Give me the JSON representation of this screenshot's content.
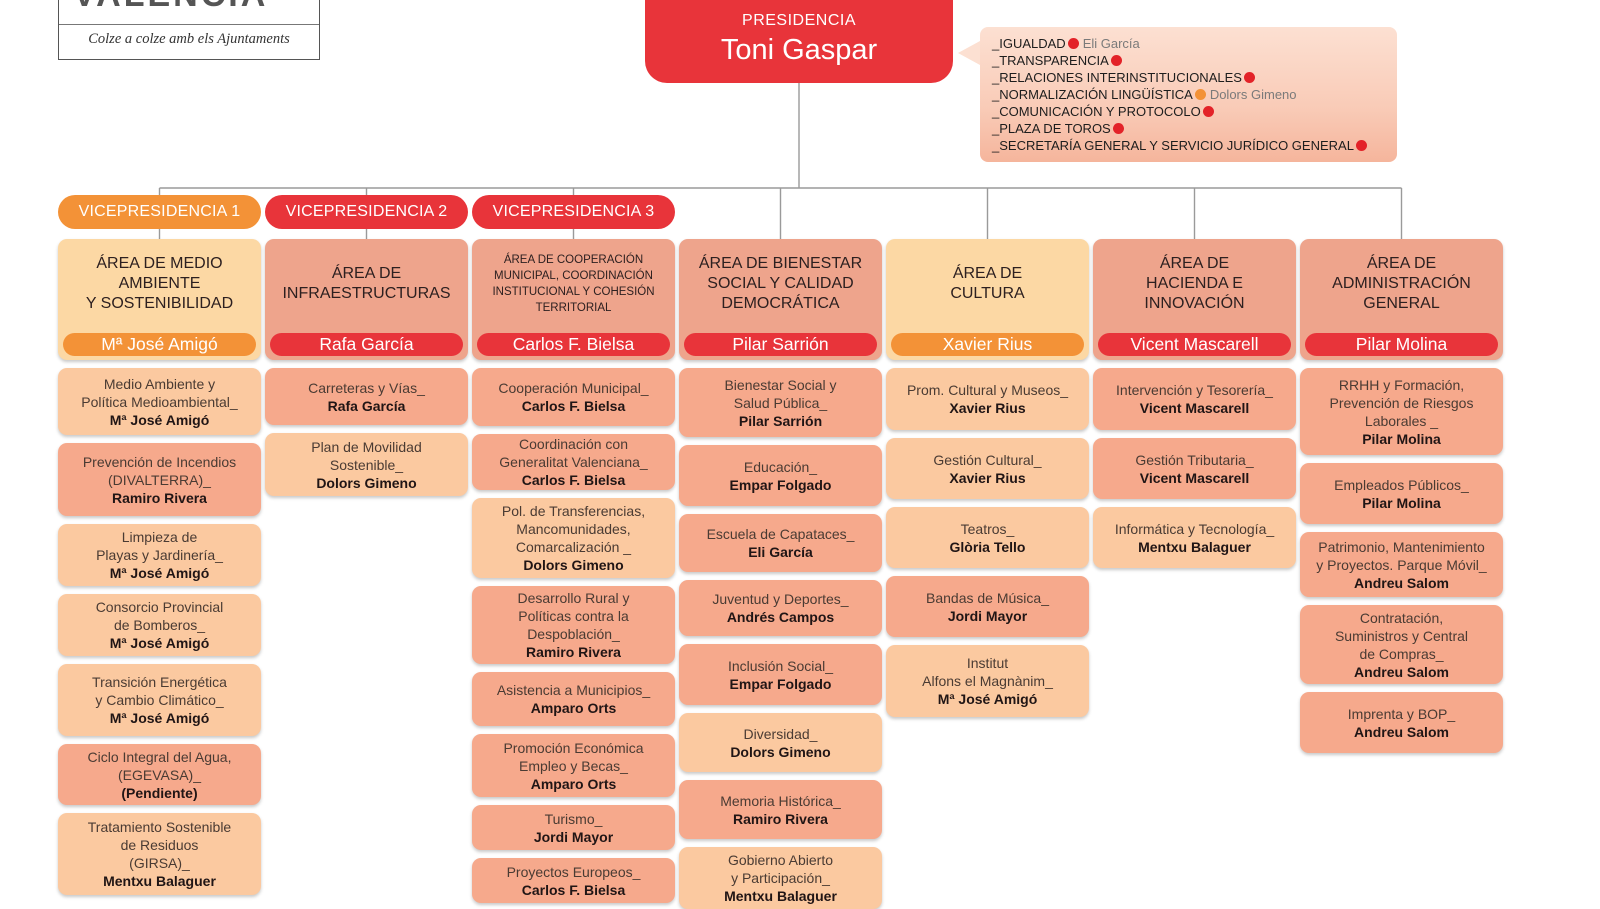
{
  "logo": {
    "wordmark": "VALÈNCIA",
    "tagline": "Colze a colze amb els Ajuntaments"
  },
  "presidency": {
    "title": "PRESIDENCIA",
    "name": "Toni Gaspar"
  },
  "presidency_items": [
    {
      "label": "_IGUALDAD",
      "color": "#e32228",
      "person": "Eli García"
    },
    {
      "label": "_TRANSPARENCIA",
      "color": "#e32228",
      "person": ""
    },
    {
      "label": "_RELACIONES INTERINSTITUCIONALES",
      "color": "#e32228",
      "person": ""
    },
    {
      "label": "_NORMALIZACIÓN LINGÜÍSTICA",
      "color": "#f39237",
      "person": "Dolors Gimeno"
    },
    {
      "label": "_COMUNICACIÓN Y PROTOCOLO",
      "color": "#e32228",
      "person": ""
    },
    {
      "label": "_PLAZA DE TOROS",
      "color": "#e32228",
      "person": ""
    },
    {
      "label": "_SECRETARÍA GENERAL Y SERVICIO JURÍDICO GENERAL",
      "color": "#e32228",
      "person": ""
    }
  ],
  "vicepresidencies": [
    {
      "label": "VICEPRESIDENCIA 1",
      "color": "#f39237"
    },
    {
      "label": "VICEPRESIDENCIA 2",
      "color": "#e8343a"
    },
    {
      "label": "VICEPRESIDENCIA 3",
      "color": "#e8343a"
    }
  ],
  "areas": [
    {
      "title": "ÁREA DE MEDIO\nAMBIENTE\nY SOSTENIBILIDAD",
      "head": "Mª José Amigó",
      "bg": "#fcd8a4",
      "head_color": "#f39237",
      "items": [
        {
          "label": "Medio Ambiente y\nPolítica Medioambiental_",
          "person": "Mª José Amigó",
          "bg": "#fbc9a0",
          "h": 67
        },
        {
          "label": "Prevención de Incendios\n(DIVALTERRA)_",
          "person": "Ramiro Rivera",
          "bg": "#f6a98c",
          "h": 73
        },
        {
          "label": "Limpieza de\nPlayas y Jardinería_",
          "person": "Mª José Amigó",
          "bg": "#fbc9a0",
          "h": 62
        },
        {
          "label": "Consorcio Provincial\nde Bomberos_",
          "person": "Mª José Amigó",
          "bg": "#fbc9a0",
          "h": 62
        },
        {
          "label": "Transición Energética\ny Cambio Climático_",
          "person": "Mª José Amigó",
          "bg": "#fbc9a0",
          "h": 72
        },
        {
          "label": "Ciclo Integral del Agua,\n(EGEVASA)_",
          "person": "(Pendiente)",
          "bg": "#f6a98c",
          "h": 61
        },
        {
          "label": "Tratamiento Sostenible\nde Residuos\n(GIRSA)_",
          "person": "Mentxu Balaguer",
          "bg": "#fbc9a0",
          "h": 82
        }
      ]
    },
    {
      "title": "ÁREA DE\nINFRAESTRUCTURAS",
      "head": "Rafa García",
      "bg": "#eea48c",
      "head_color": "#e8343a",
      "items": [
        {
          "label": "Carreteras y Vías_",
          "person": "Rafa García",
          "bg": "#f6a98c",
          "h": 57
        },
        {
          "label": "Plan de Movilidad\nSostenible_",
          "person": "Dolors Gimeno",
          "bg": "#fbc9a0",
          "h": 63
        }
      ]
    },
    {
      "title": "ÁREA DE COOPERACIÓN\nMUNICIPAL, COORDINACIÓN\nINSTITUCIONAL Y COHESIÓN\nTERRITORIAL",
      "head": "Carlos F. Bielsa",
      "bg": "#eea48c",
      "head_color": "#e8343a",
      "small": true,
      "items": [
        {
          "label": "Cooperación Municipal_",
          "person": "Carlos F. Bielsa",
          "bg": "#f6a98c",
          "h": 58
        },
        {
          "label": "Coordinación con\nGeneralitat Valenciana_",
          "person": "Carlos F. Bielsa",
          "bg": "#f6a98c",
          "h": 56
        },
        {
          "label": "Pol. de Transferencias,\nMancomunidades,\nComarcalización _",
          "person": "Dolors Gimeno",
          "bg": "#fbc9a0",
          "h": 80
        },
        {
          "label": "Desarrollo Rural y\nPolíticas contra la\nDespoblación_",
          "person": "Ramiro Rivera",
          "bg": "#f6a98c",
          "h": 78
        },
        {
          "label": "Asistencia a Municipios_",
          "person": "Amparo Orts",
          "bg": "#f6a98c",
          "h": 54
        },
        {
          "label": "Promoción Económica\nEmpleo y Becas_",
          "person": "Amparo Orts",
          "bg": "#f6a98c",
          "h": 63
        },
        {
          "label": "Turismo_",
          "person": "Jordi Mayor",
          "bg": "#f6a98c",
          "h": 45
        },
        {
          "label": "Proyectos Europeos_",
          "person": "Carlos F. Bielsa",
          "bg": "#f6a98c",
          "h": 45
        }
      ]
    },
    {
      "title": "ÁREA DE BIENESTAR\nSOCIAL Y CALIDAD\nDEMOCRÁTICA",
      "head": "Pilar Sarrión",
      "bg": "#eea48c",
      "head_color": "#e8343a",
      "items": [
        {
          "label": "Bienestar Social y\nSalud Pública_",
          "person": "Pilar Sarrión",
          "bg": "#f6a98c",
          "h": 69
        },
        {
          "label": "Educación_",
          "person": "Empar Folgado",
          "bg": "#f6a98c",
          "h": 61
        },
        {
          "label": "Escuela de Capataces_",
          "person": "Eli García",
          "bg": "#f6a98c",
          "h": 58
        },
        {
          "label": "Juventud y Deportes_",
          "person": "Andrés Campos",
          "bg": "#f6a98c",
          "h": 56
        },
        {
          "label": "Inclusión Social_",
          "person": "Empar Folgado",
          "bg": "#f6a98c",
          "h": 61
        },
        {
          "label": "Diversidad_",
          "person": "Dolors Gimeno",
          "bg": "#fbc9a0",
          "h": 59
        },
        {
          "label": "Memoria Histórica_",
          "person": "Ramiro Rivera",
          "bg": "#f6a98c",
          "h": 59
        },
        {
          "label": "Gobierno Abierto\ny Participación_",
          "person": "Mentxu Balaguer",
          "bg": "#fbc9a0",
          "h": 62
        }
      ]
    },
    {
      "title": "ÁREA DE\nCULTURA",
      "head": "Xavier Rius",
      "bg": "#fcd8a4",
      "head_color": "#f39237",
      "items": [
        {
          "label": "Prom. Cultural y Museos_",
          "person": "Xavier Rius",
          "bg": "#fbc9a0",
          "h": 62
        },
        {
          "label": "Gestión Cultural_",
          "person": "Xavier Rius",
          "bg": "#fbc9a0",
          "h": 61
        },
        {
          "label": "Teatros_",
          "person": "Glòria Tello",
          "bg": "#fbc9a0",
          "h": 61
        },
        {
          "label": "Bandas de Música_",
          "person": "Jordi Mayor",
          "bg": "#f6a98c",
          "h": 61
        },
        {
          "label": "Institut\nAlfons el Magnànim_",
          "person": "Mª José Amigó",
          "bg": "#fbc9a0",
          "h": 72
        }
      ]
    },
    {
      "title": "ÁREA DE\nHACIENDA E INNOVACIÓN",
      "head": "Vicent Mascarell",
      "bg": "#eea48c",
      "head_color": "#e8343a",
      "items": [
        {
          "label": "Intervención y Tesorería_",
          "person": "Vicent Mascarell",
          "bg": "#f6a98c",
          "h": 62
        },
        {
          "label": "Gestión Tributaria_",
          "person": "Vicent Mascarell",
          "bg": "#f6a98c",
          "h": 61
        },
        {
          "label": "Informática y Tecnología_",
          "person": "Mentxu Balaguer",
          "bg": "#fbc9a0",
          "h": 61
        }
      ]
    },
    {
      "title": "ÁREA DE\nADMINISTRACIÓN\nGENERAL",
      "head": "Pilar Molina",
      "bg": "#eea48c",
      "head_color": "#e8343a",
      "items": [
        {
          "label": "RRHH y Formación,\nPrevención de Riesgos\nLaborales _",
          "person": "Pilar Molina",
          "bg": "#f6a98c",
          "h": 87
        },
        {
          "label": "Empleados Públicos_",
          "person": "Pilar Molina",
          "bg": "#f6a98c",
          "h": 61
        },
        {
          "label": "Patrimonio, Mantenimiento\ny Proyectos. Parque Móvil_",
          "person": "Andreu Salom",
          "bg": "#f6a98c",
          "h": 65
        },
        {
          "label": "Contratación,\nSuministros y Central\nde Compras_",
          "person": "Andreu Salom",
          "bg": "#f6a98c",
          "h": 79
        },
        {
          "label": "Imprenta y BOP_",
          "person": "Andreu Salom",
          "bg": "#f6a98c",
          "h": 61
        }
      ]
    }
  ]
}
